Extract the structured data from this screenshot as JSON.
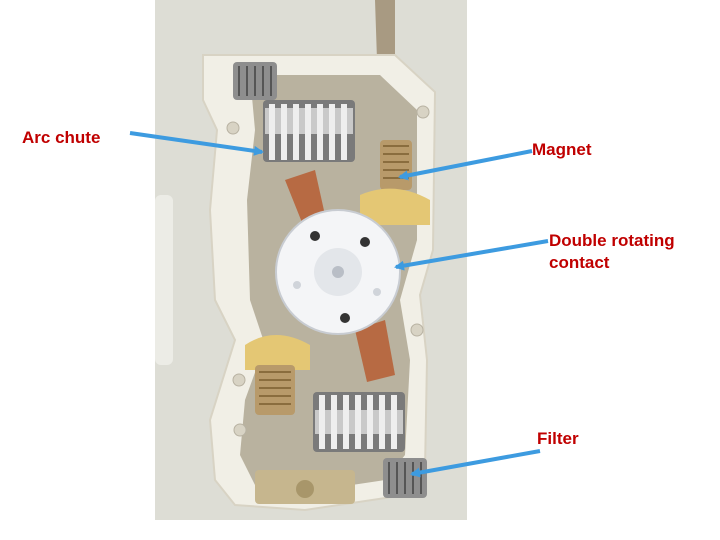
{
  "labels": {
    "arc_chute": "Arc chute",
    "magnet": "Magnet",
    "double_rotating_contact": "Double rotating contact",
    "filter": "Filter"
  },
  "colors": {
    "label_text": "#c00000",
    "arrow": "#3d9be0",
    "background": "#ffffff"
  }
}
